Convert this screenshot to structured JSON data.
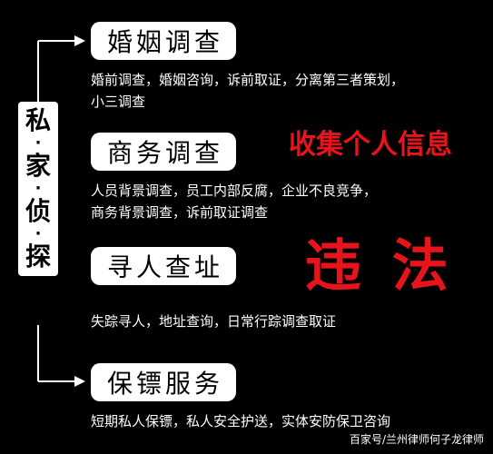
{
  "vertical_title": {
    "chars": [
      "私",
      "家",
      "侦",
      "探"
    ],
    "separator": "·"
  },
  "sections": [
    {
      "title": "婚姻调查",
      "desc_lines": [
        "婚前调查，婚姻咨询，诉前取证，分离第三者策划，",
        "小三调查"
      ]
    },
    {
      "title": "商务调查",
      "desc_lines": [
        "人员背景调查，员工内部反腐，企业不良竞争，",
        "商务背景调查，诉前取证调查"
      ]
    },
    {
      "title": "寻人查址",
      "desc_lines": [
        "失踪寻人，地址查询，日常行踪调查取证"
      ]
    },
    {
      "title": "保镖服务",
      "desc_lines": [
        "短期私人保镖，私人安全护送，实体安防保卫咨询"
      ]
    }
  ],
  "annotations": {
    "collect_info": "收集个人信息",
    "illegal": "违 法"
  },
  "watermark": "百家号/兰州律师何子龙律师",
  "colors": {
    "background": "#000000",
    "pill": "#ffffff",
    "accent_red": "#e8141b",
    "text": "#ffffff"
  }
}
